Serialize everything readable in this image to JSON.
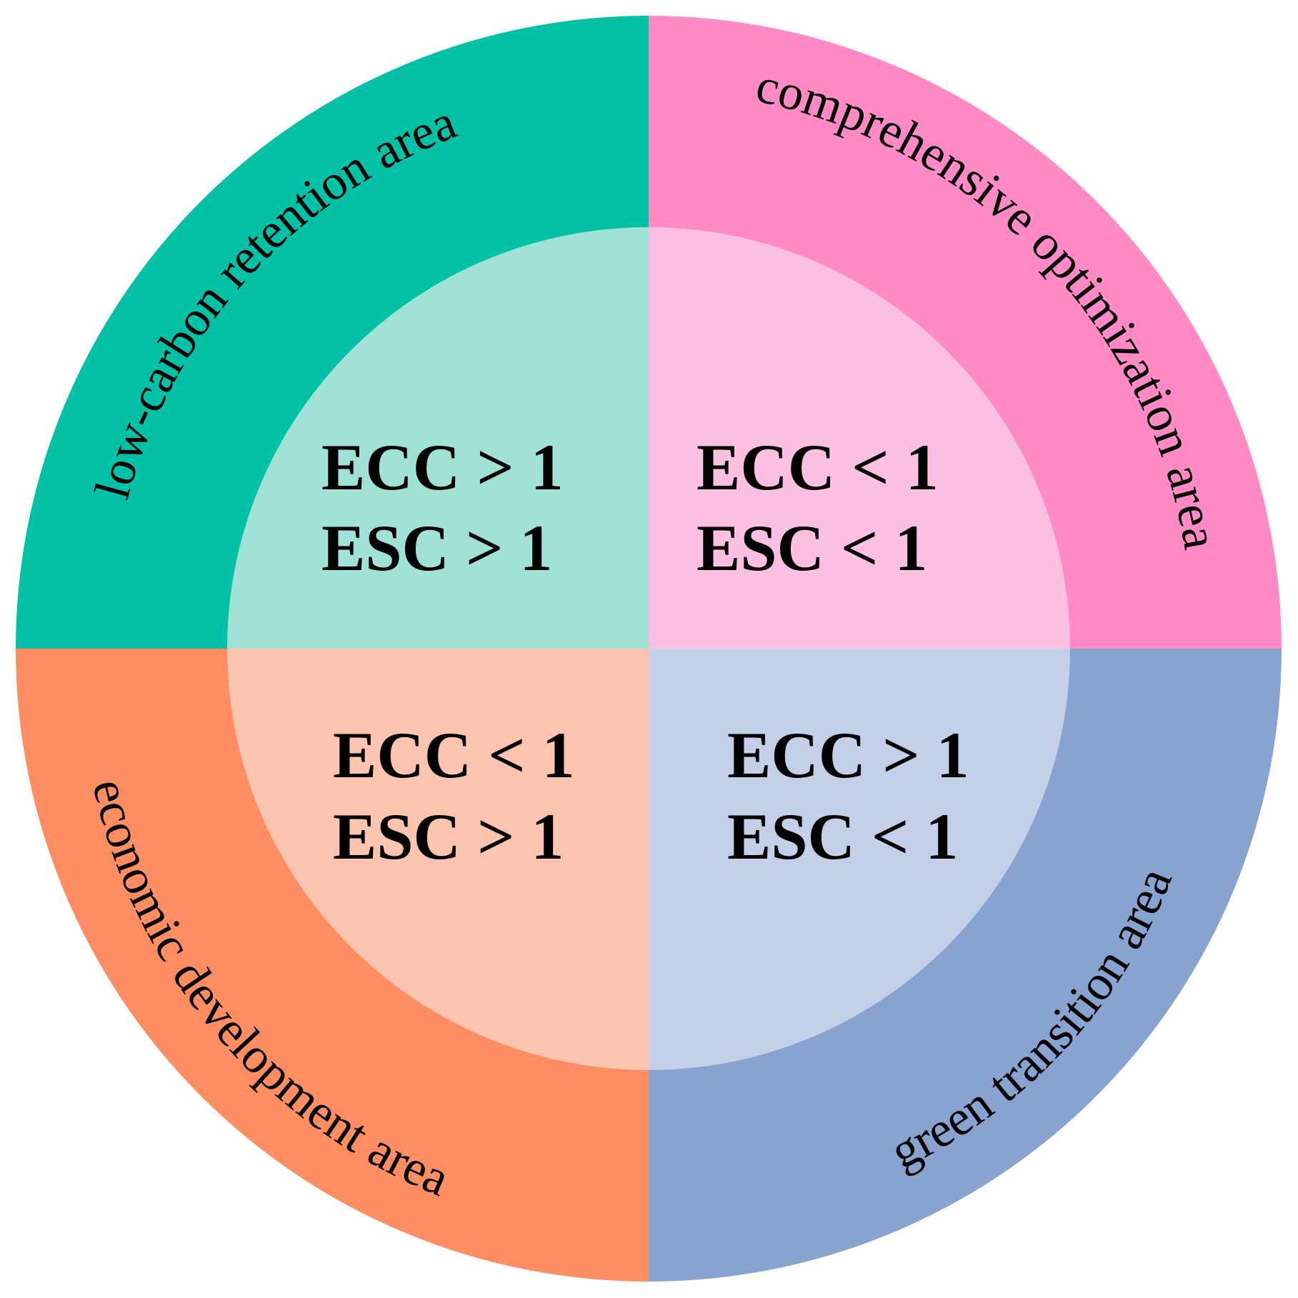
{
  "quadrants": {
    "top_left": {
      "ring_label": "low-carbon retention area",
      "line1": "ECC > 1",
      "line2": "ESC > 1",
      "outer_color": "#03C1A6",
      "inner_color": "#A0E2D6"
    },
    "top_right": {
      "ring_label": "comprehensive optimization area",
      "line1": "ECC < 1",
      "line2": "ESC < 1",
      "outer_color": "#FF8AC5",
      "inner_color": "#FDC0E2"
    },
    "bottom_left": {
      "ring_label": "economic development area",
      "line1": "ECC < 1",
      "line2": "ESC > 1",
      "outer_color": "#FF8D62",
      "inner_color": "#FDC4AF"
    },
    "bottom_right": {
      "ring_label": "green transition area",
      "line1": "ECC > 1",
      "line2": "ESC < 1",
      "outer_color": "#88A3CF",
      "inner_color": "#C4CFE8"
    }
  }
}
